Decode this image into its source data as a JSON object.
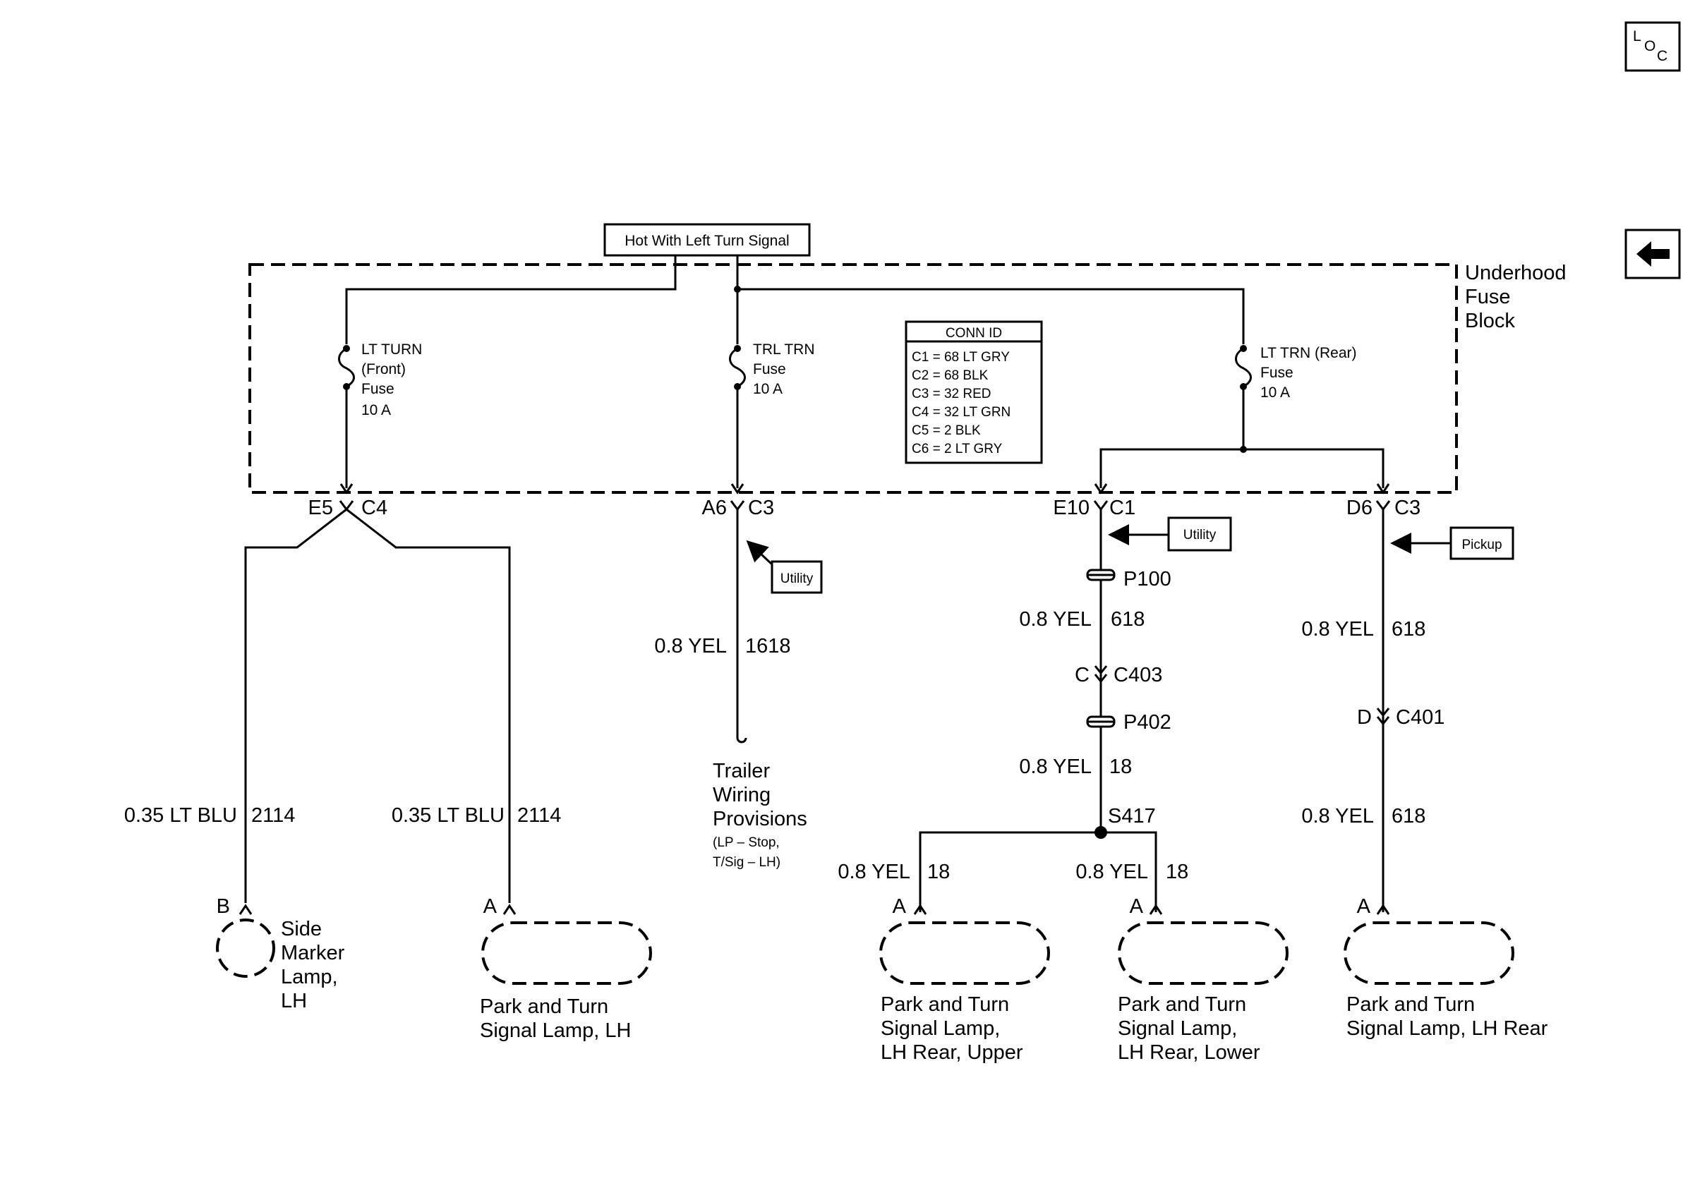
{
  "nav": {
    "loc_l": "L",
    "loc_o": "O",
    "loc_c": "C",
    "back_icon": "left-arrow-icon"
  },
  "source_label": "Hot With Left Turn Signal",
  "fuse_block": {
    "line1": "Underhood",
    "line2": "Fuse",
    "line3": "Block"
  },
  "fuses": [
    {
      "lines": [
        "LT TURN",
        "(Front)",
        "Fuse",
        "10 A"
      ]
    },
    {
      "lines": [
        "TRL TRN",
        "Fuse",
        "10 A"
      ]
    },
    {
      "lines": [
        "LT TRN (Rear)",
        "Fuse",
        "10 A"
      ]
    }
  ],
  "conn_id": {
    "title": "CONN ID",
    "rows": [
      "C1 = 68 LT GRY",
      "C2 = 68 BLK",
      "C3 = 32 RED",
      "C4 = 32 LT GRN",
      "C5 = 2 BLK",
      "C6 = 2 LT GRY"
    ]
  },
  "connectors": {
    "e5": "E5",
    "c4": "C4",
    "a6": "A6",
    "c3a": "C3",
    "e10": "E10",
    "c1": "C1",
    "d6": "D6",
    "c3b": "C3",
    "p100": "P100",
    "p402": "P402",
    "c403_pin": "C",
    "c403": "C403",
    "c401_pin": "D",
    "c401": "C401",
    "s417": "S417"
  },
  "option_tags": {
    "utility1": "Utility",
    "utility2": "Utility",
    "pickup": "Pickup"
  },
  "wires": [
    {
      "label": "0.35 LT BLU",
      "circuit": "2114"
    },
    {
      "label": "0.35 LT BLU",
      "circuit": "2114"
    },
    {
      "label": "0.8 YEL",
      "circuit": "1618"
    },
    {
      "label": "0.8 YEL",
      "circuit": "618"
    },
    {
      "label": "0.8 YEL",
      "circuit": "18"
    },
    {
      "label": "0.8 YEL",
      "circuit": "18"
    },
    {
      "label": "0.8 YEL",
      "circuit": "18"
    },
    {
      "label": "0.8 YEL",
      "circuit": "618"
    },
    {
      "label": "0.8 YEL",
      "circuit": "618"
    }
  ],
  "trailer": {
    "lines": [
      "Trailer",
      "Wiring",
      "Provisions"
    ],
    "note1": "(LP – Stop,",
    "note2": "T/Sig – LH)"
  },
  "lamps": [
    {
      "pin": "B",
      "lines": [
        "Side",
        "Marker",
        "Lamp,",
        "LH"
      ]
    },
    {
      "pin": "A",
      "lines": [
        "Park and Turn",
        "Signal Lamp, LH"
      ]
    },
    {
      "pin": "A",
      "lines": [
        "Park and Turn",
        "Signal Lamp,",
        "LH Rear, Upper"
      ]
    },
    {
      "pin": "A",
      "lines": [
        "Park and Turn",
        "Signal Lamp,",
        "LH Rear, Lower"
      ]
    },
    {
      "pin": "A",
      "lines": [
        "Park and Turn",
        "Signal Lamp, LH Rear"
      ]
    }
  ]
}
